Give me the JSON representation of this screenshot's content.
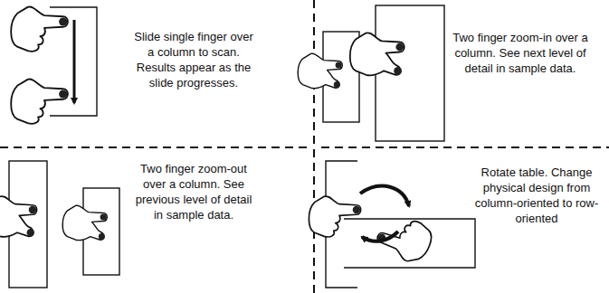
{
  "diagram": {
    "labels": [
      "Slide single finger over a column to scan. Results appear as the slide progresses.",
      "Two finger zoom-in over a column. See next level of detail in sample data.",
      "Two finger zoom-out over a column. See previous level of detail in sample data.",
      "Rotate table. Change physical design from column-oriented to row-oriented"
    ]
  }
}
